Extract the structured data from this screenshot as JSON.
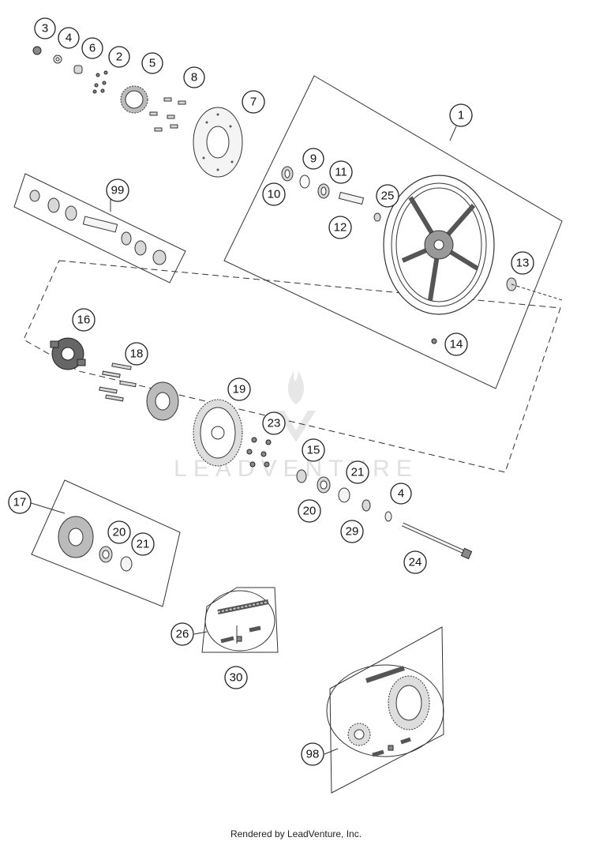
{
  "watermark": "LEADVENTURE",
  "footer": "Rendered by LeadVenture, Inc.",
  "callouts": [
    "1",
    "2",
    "3",
    "4",
    "5",
    "6",
    "7",
    "8",
    "9",
    "10",
    "11",
    "12",
    "13",
    "14",
    "15",
    "16",
    "17",
    "18",
    "19",
    "20",
    "20",
    "21",
    "21",
    "23",
    "24",
    "25",
    "26",
    "29",
    "30",
    "98",
    "99",
    "4"
  ]
}
